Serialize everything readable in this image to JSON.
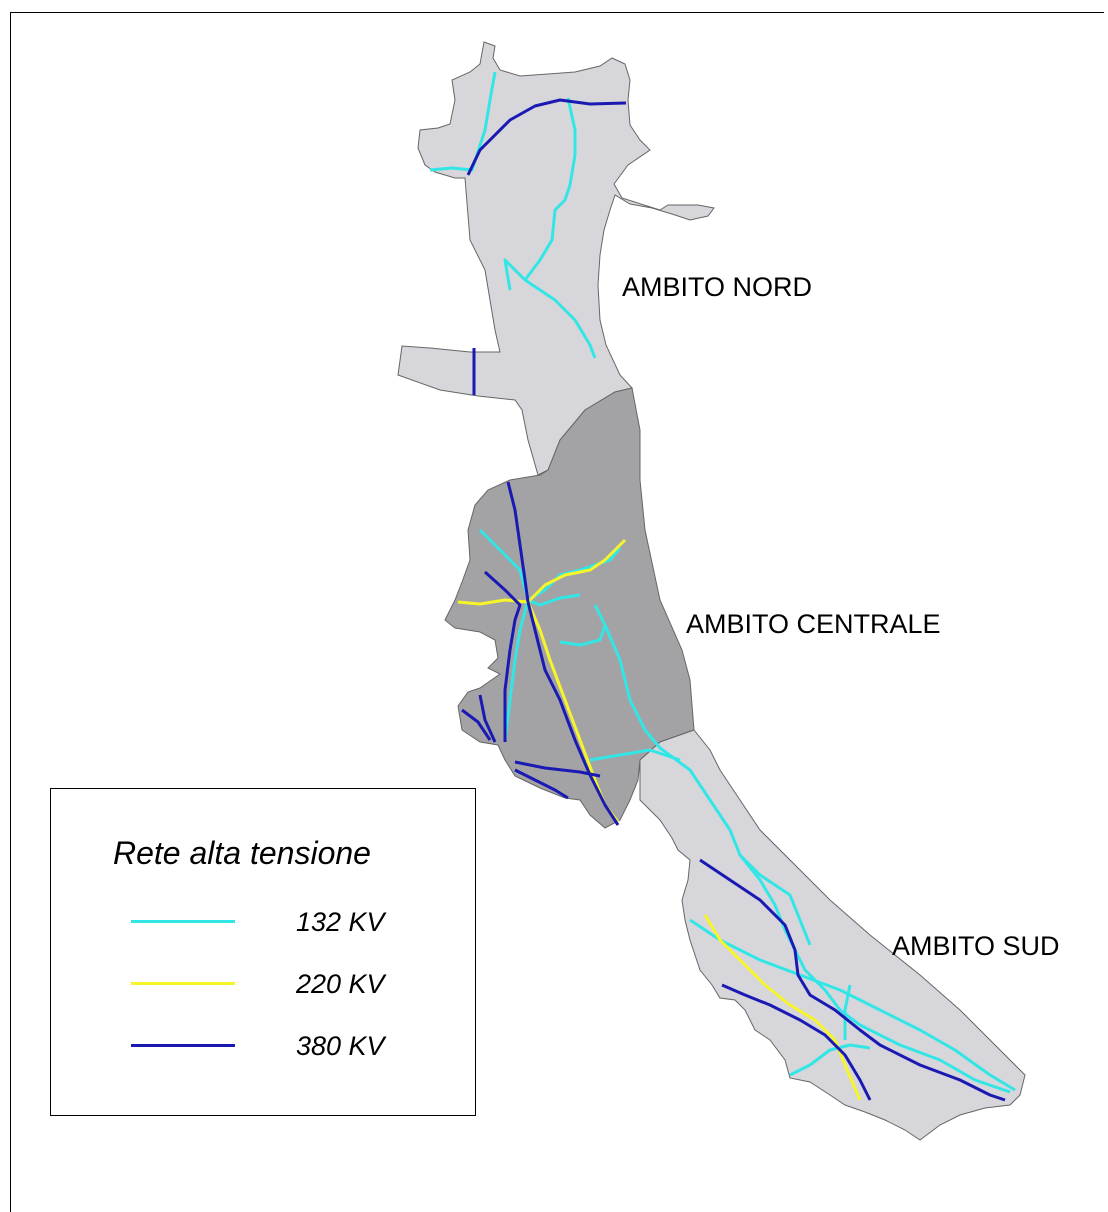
{
  "regions": [
    {
      "name": "AMBITO NORD",
      "fill": "#d7d6db"
    },
    {
      "name": "AMBITO CENTRALE",
      "fill": "#a3a3a6"
    },
    {
      "name": "AMBITO SUD",
      "fill": "#d7d6db"
    }
  ],
  "legend": {
    "title": "Rete alta tensione",
    "items": [
      {
        "label": "132 KV",
        "color": "#33e6e6"
      },
      {
        "label": "220 KV",
        "color": "#f5f52a"
      },
      {
        "label": "380 KV",
        "color": "#1a1ab3"
      }
    ]
  }
}
